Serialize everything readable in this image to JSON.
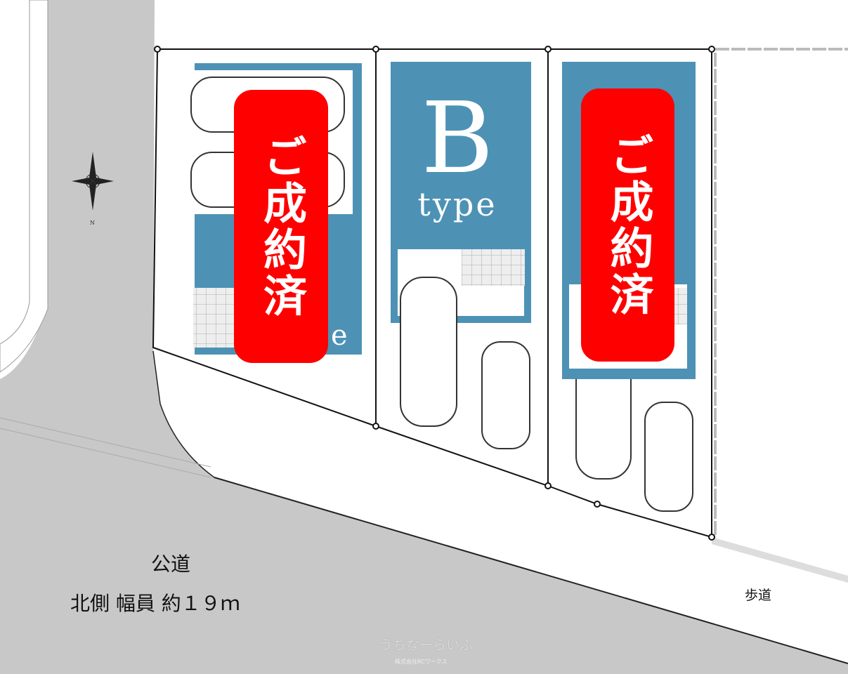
{
  "plan": {
    "lot_b_letter": "B",
    "lot_b_type": "type",
    "lot_a_type_fragment": "e",
    "sold_badge": "ご成約済",
    "road_label": "公道",
    "road_width_label": "北側 幅員 約１９ｍ",
    "sidewalk_label": "歩道",
    "compass_label": "N"
  },
  "watermark": {
    "logo": "うちなーらいふ",
    "company": "株式会社RCワークス"
  },
  "colors": {
    "lot_blue": "#4d92b5",
    "sold_red": "#ff0000",
    "road_gray": "#c8c8c8"
  }
}
